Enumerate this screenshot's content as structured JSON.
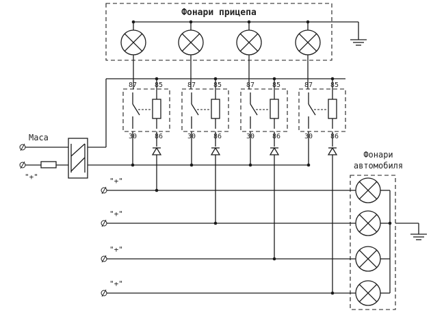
{
  "diagram": {
    "trailer_lights_label": "Фонари прицепа",
    "car_lights_label": "Фонари\nавтомобиля",
    "ground_label": "Маса",
    "plus_label": "\"+\"",
    "relay_pins": {
      "p87": "87",
      "p85": "85",
      "p30": "30",
      "p86": "86"
    },
    "relay_count": 4,
    "trailer_lamp_count": 4,
    "car_lamp_count": 4,
    "ink_color": "#1a1a1a",
    "background_color": "#ffffff"
  }
}
